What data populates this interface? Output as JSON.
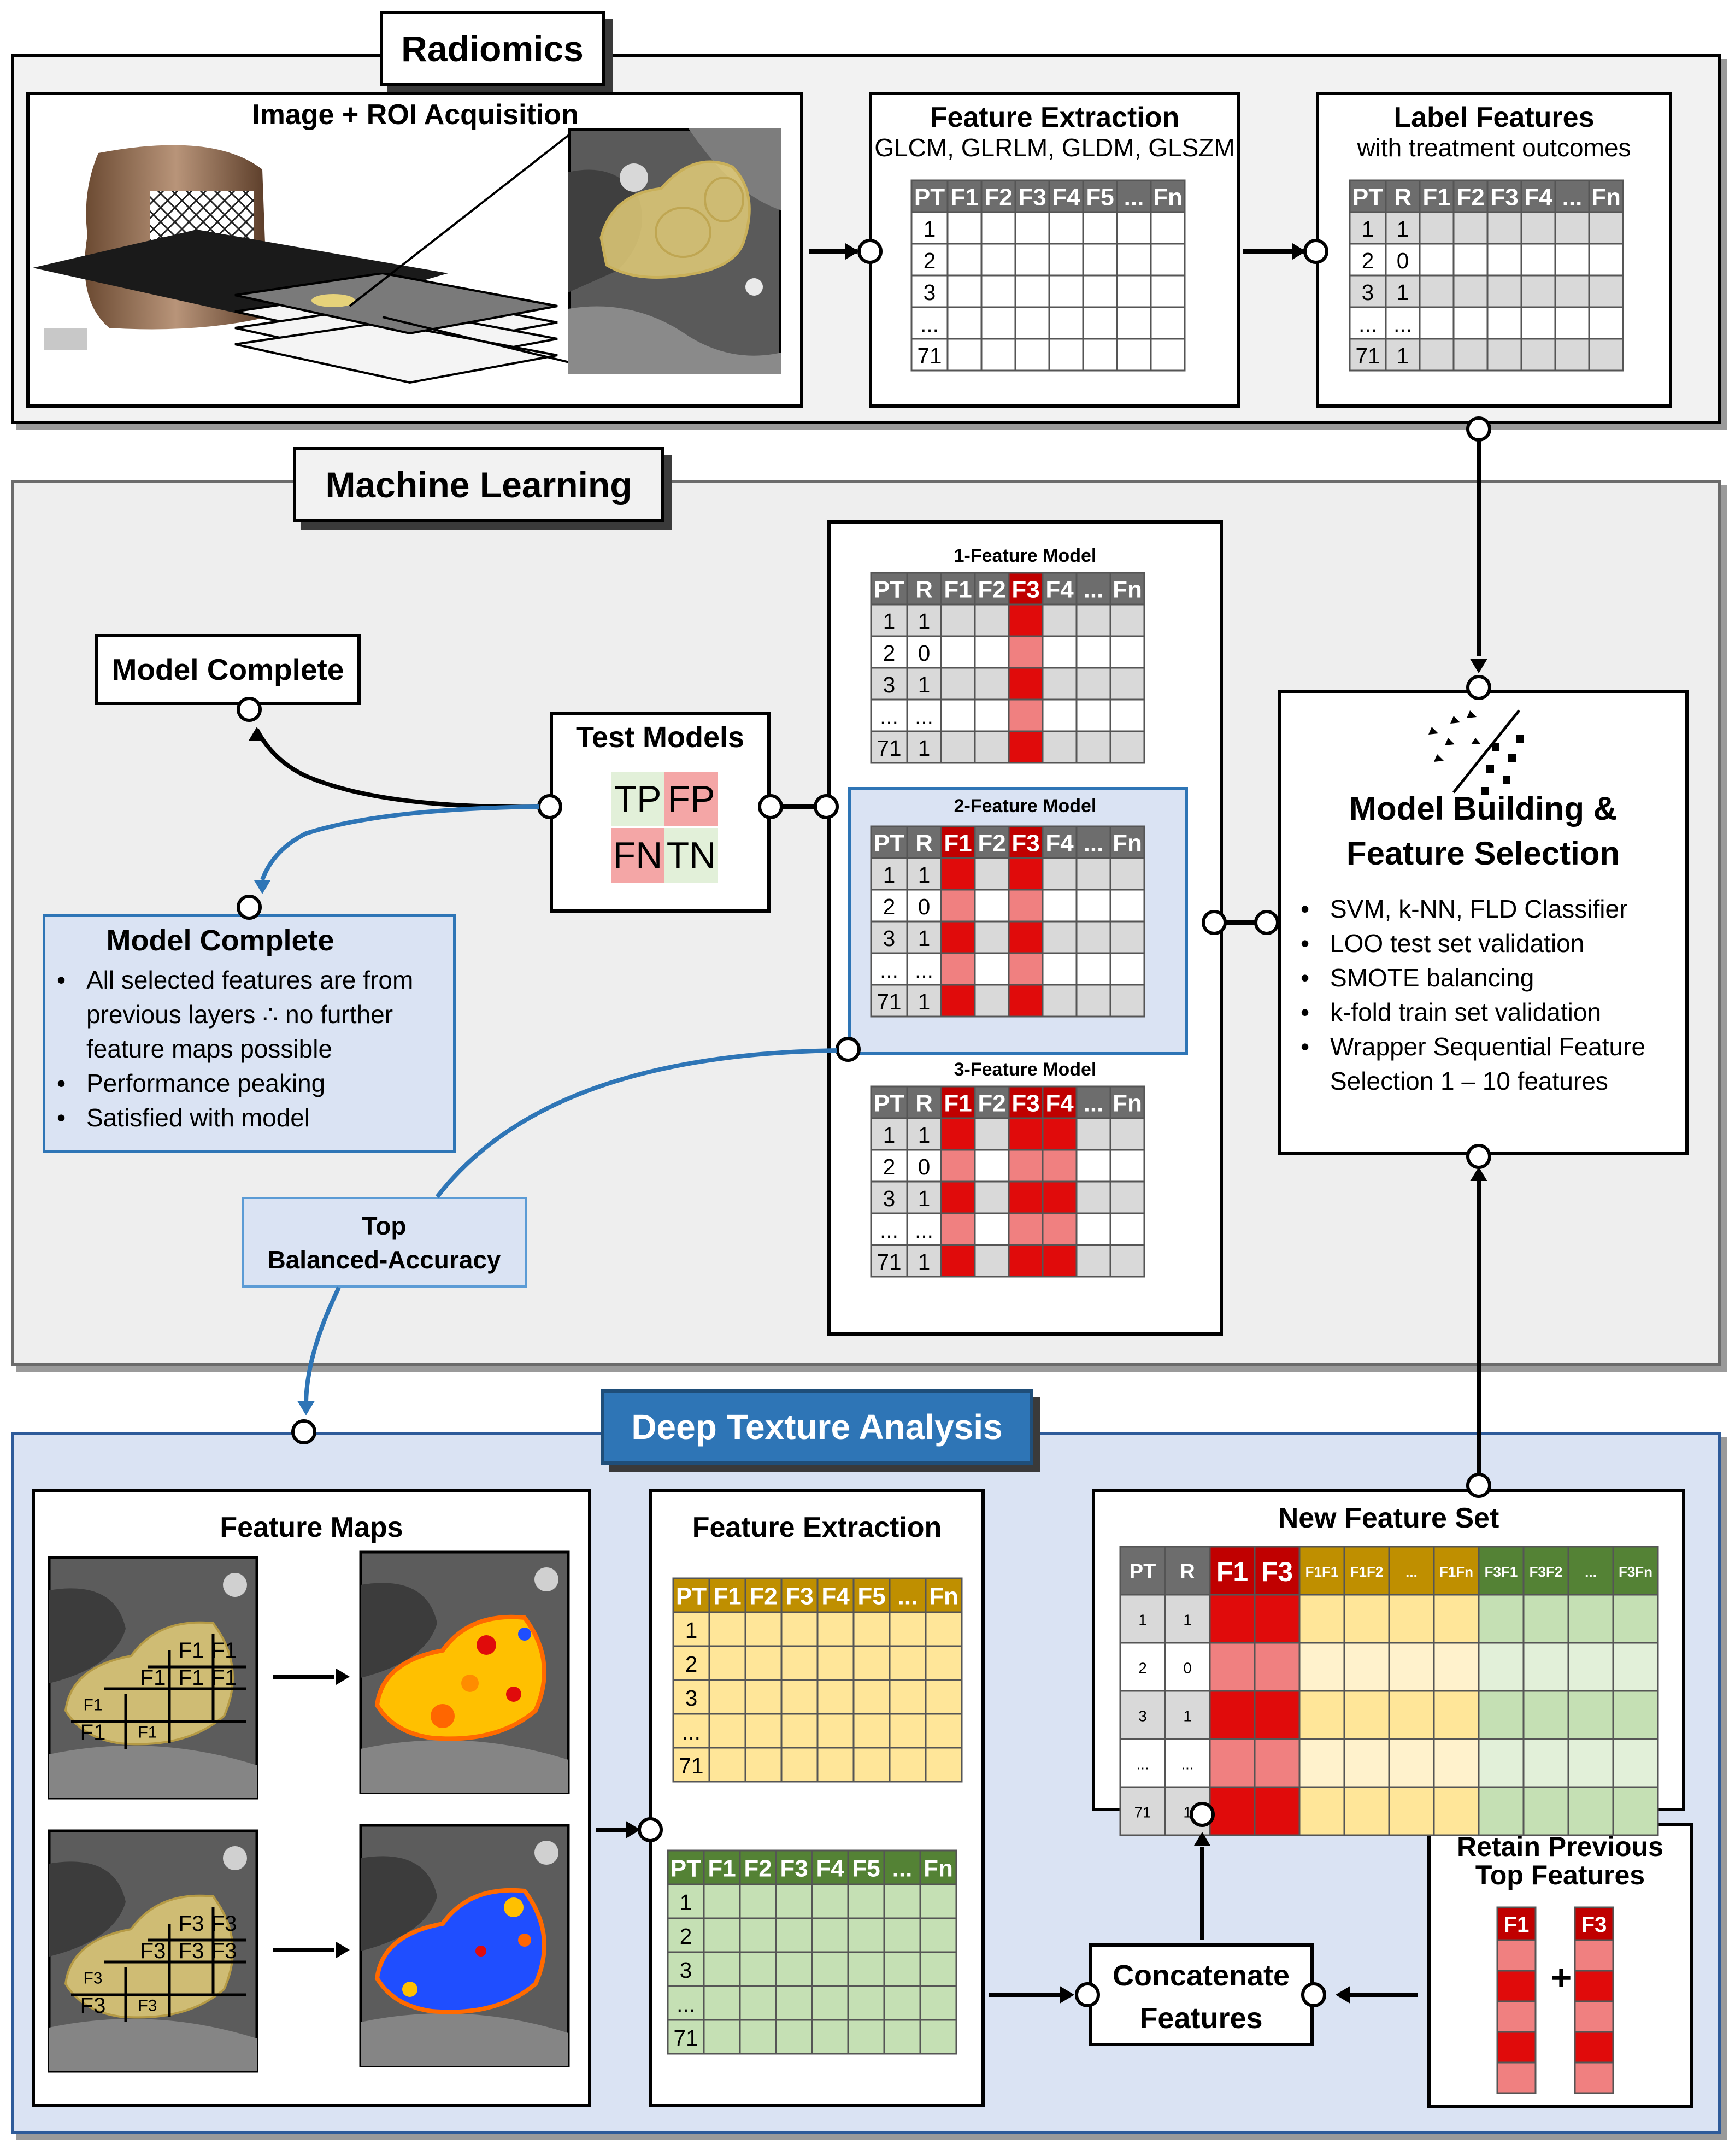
{
  "sections": {
    "radiomics": "Radiomics",
    "machine_learning": "Machine Learning",
    "deep_texture": "Deep Texture Analysis"
  },
  "radiomics": {
    "acquisition_title": "Image + ROI Acquisition",
    "extraction_title": "Feature Extraction",
    "extraction_subtitle": "GLCM, GLRLM, GLDM, GLSZM",
    "label_title": "Label Features",
    "label_subtitle": "with treatment outcomes"
  },
  "machine_learning": {
    "model_complete_top": "Model Complete",
    "test_models": "Test Models",
    "confusion": [
      "TP",
      "FP",
      "FN",
      "TN"
    ],
    "model_complete_box": {
      "title": "Model Complete",
      "items": [
        "All selected features are from previous layers ∴ no further feature maps possible",
        "Performance peaking",
        "Satisfied with model"
      ]
    },
    "top_balanced": [
      "Top",
      "Balanced-Accuracy"
    ],
    "model_titles": [
      "1-Feature Model",
      "2-Feature Model",
      "3-Feature Model"
    ],
    "model_building": {
      "title_line1": "Model Building &",
      "title_line2": "Feature Selection",
      "items": [
        "SVM, k-NN, FLD Classifier",
        "LOO test set validation",
        "SMOTE balancing",
        "k-fold train set validation",
        "Wrapper Sequential Feature Selection 1 – 10 features"
      ]
    }
  },
  "deep_texture": {
    "feature_maps_title": "Feature Maps",
    "extraction_title": "Feature Extraction",
    "new_feature_set_title": "New Feature Set",
    "concatenate": [
      "Concatenate",
      "Features"
    ],
    "retain": [
      "Retain Previous",
      "Top Features"
    ],
    "plus": "+",
    "grid_labels_f1": [
      "F1",
      "F1",
      "F1",
      "F1",
      "F1",
      "F1",
      "F1",
      "F1"
    ],
    "grid_labels_f3": [
      "F3",
      "F3",
      "F3",
      "F3",
      "F3",
      "F3",
      "F3",
      "F3"
    ]
  },
  "tables": {
    "pt_col": "PT",
    "r_col": "R",
    "features": [
      "F1",
      "F2",
      "F3",
      "F4",
      "F5",
      "...",
      "Fn"
    ],
    "features_short": [
      "F1",
      "F2",
      "F3",
      "F4",
      "...",
      "Fn"
    ],
    "rows_pt": [
      "1",
      "2",
      "3",
      "...",
      "71"
    ],
    "rows_r": [
      "1",
      "0",
      "1",
      "...",
      "1"
    ],
    "new_set_header": [
      "PT",
      "R",
      "F1",
      "F3",
      "F1F1",
      "F1F2",
      "...",
      "F1Fn",
      "F3F1",
      "F3F2",
      "...",
      "F3Fn"
    ]
  },
  "colors": {
    "header_gray": "#6d6d6d",
    "red": "#e00b0b",
    "light_red": "#f08080",
    "dark_red": "#c00000",
    "gold_header": "#bf8f00",
    "yellow_cell": "#ffe699",
    "green_header": "#548235",
    "green_cell": "#c5e0b4",
    "dta_blue": "#2e75b6",
    "dta_bg": "#dae3f3",
    "arrow_blue": "#2e75b6"
  }
}
